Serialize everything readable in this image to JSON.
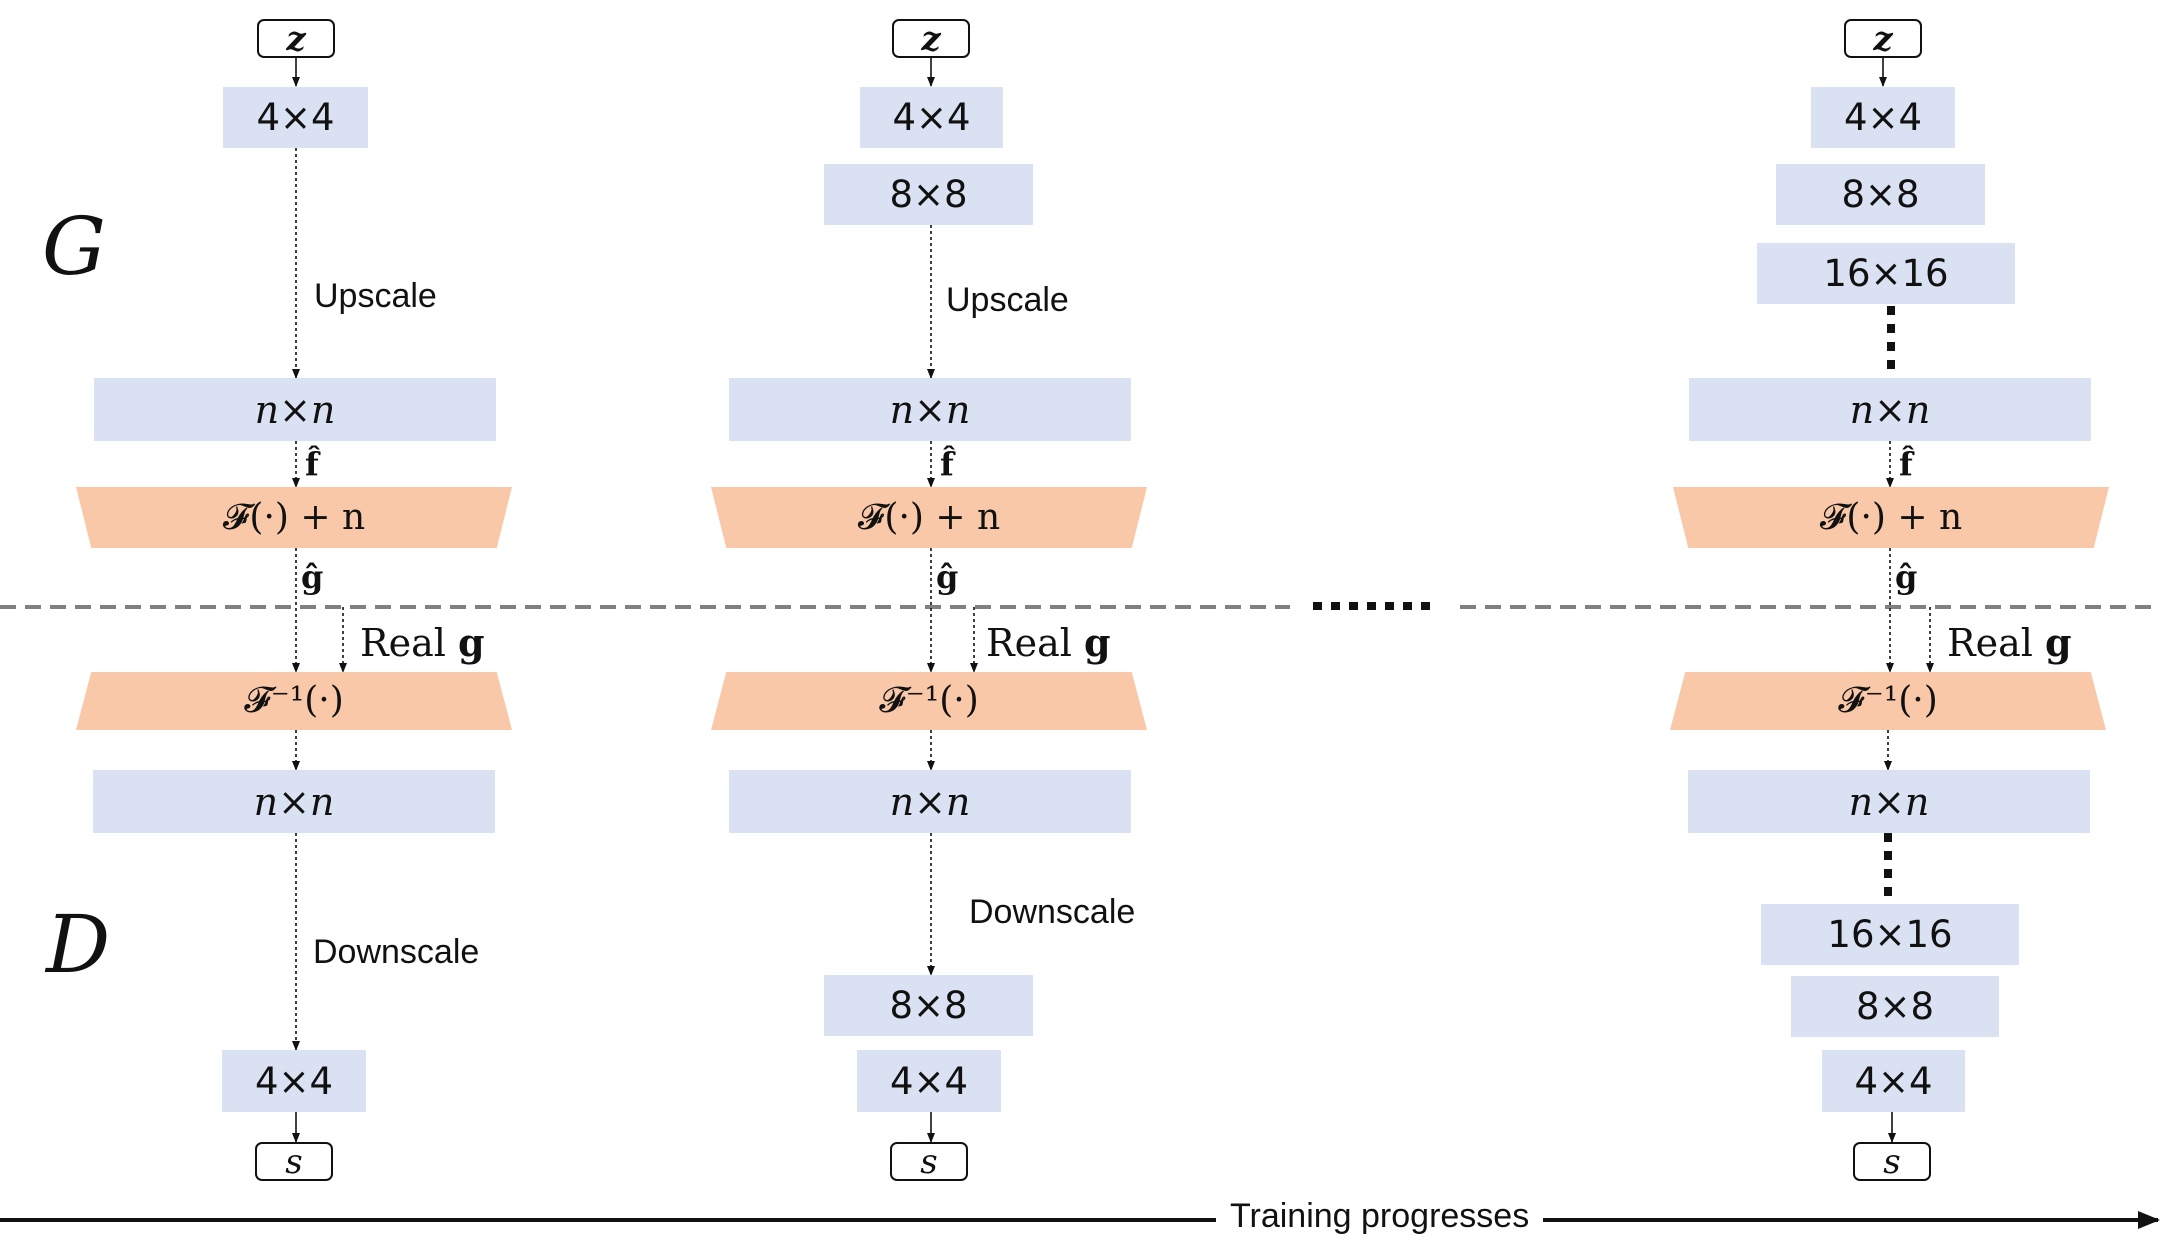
{
  "labels": {
    "G": "G",
    "D": "D",
    "upscale": "Upscale",
    "downscale": "Downscale",
    "real": "Real",
    "real_var": "g",
    "f_hat": "f̂",
    "g_hat": "ĝ",
    "training": "Training progresses",
    "ellipsis": "......."
  },
  "io": {
    "input": "z",
    "output": "s"
  },
  "blocks": {
    "4x4": "4×4",
    "8x8": "8×8",
    "16x16": "16×16",
    "nxn": "n×n"
  },
  "operators": {
    "forward": "𝓕(·) + n",
    "inverse": "𝓕⁻¹(·)"
  },
  "colors": {
    "scale_block": "#d9e1f2",
    "operator_block": "#f8c8a8",
    "line": "#111111",
    "divider": "#808080"
  }
}
